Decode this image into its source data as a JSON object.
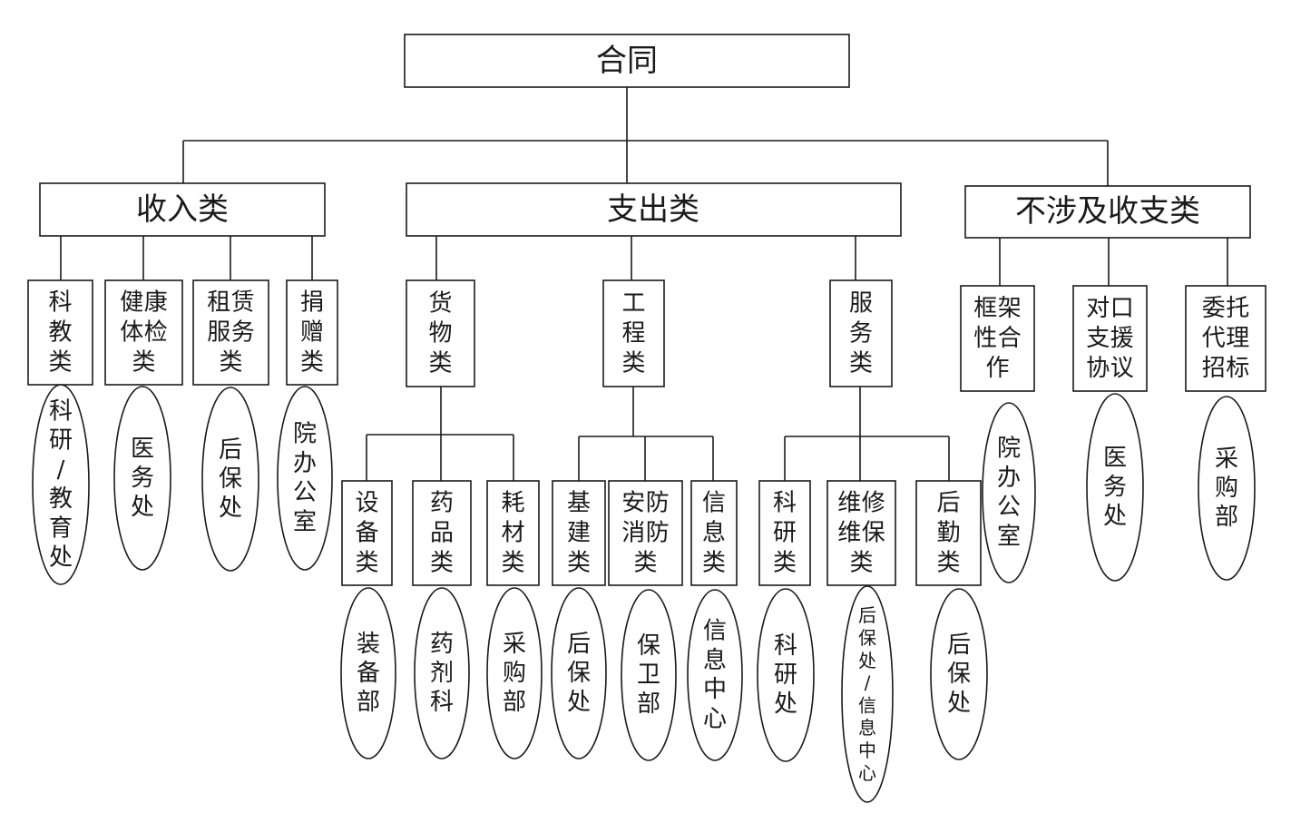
{
  "root": {
    "label": "合同"
  },
  "categories": [
    {
      "label": "收入类",
      "children": [
        {
          "label": "科教类",
          "dept": "科研/教育处"
        },
        {
          "label": "健康体检类",
          "dept": "医务处"
        },
        {
          "label": "租赁服务类",
          "dept": "后保处"
        },
        {
          "label": "捐赠类",
          "dept": "院办公室"
        }
      ]
    },
    {
      "label": "支出类",
      "children": [
        {
          "label": "货物类",
          "children": [
            {
              "label": "设备类",
              "dept": "装备部"
            },
            {
              "label": "药品类",
              "dept": "药剂科"
            },
            {
              "label": "耗材类",
              "dept": "采购部"
            }
          ]
        },
        {
          "label": "工程类",
          "children": [
            {
              "label": "基建类",
              "dept": "后保处"
            },
            {
              "label": "安防消防类",
              "dept": "保卫部"
            },
            {
              "label": "信息类",
              "dept": "信息中心"
            }
          ]
        },
        {
          "label": "服务类",
          "children": [
            {
              "label": "科研类",
              "dept": "科研处"
            },
            {
              "label": "维修维保类",
              "dept": "后保处/信息中心"
            },
            {
              "label": "后勤类",
              "dept": "后保处"
            }
          ]
        }
      ]
    },
    {
      "label": "不涉及收支类",
      "children": [
        {
          "label": "框架性合作",
          "dept": "院办公室"
        },
        {
          "label": "对口支援协议",
          "dept": "医务处"
        },
        {
          "label": "委托代理招标",
          "dept": "采购部"
        }
      ]
    }
  ]
}
